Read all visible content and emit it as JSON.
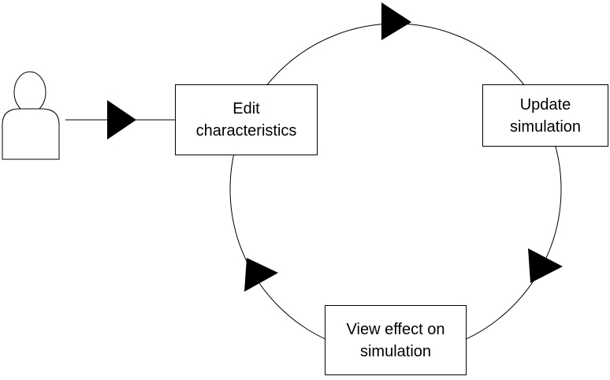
{
  "diagram": {
    "actor_icon": "user-icon",
    "nodes": {
      "edit": {
        "label_line1": "Edit",
        "label_line2": "characteristics"
      },
      "update": {
        "label_line1": "Update",
        "label_line2": "simulation"
      },
      "view": {
        "label_line1": "View effect on",
        "label_line2": "simulation"
      }
    },
    "colors": {
      "stroke": "#000000",
      "fill": "#ffffff"
    }
  }
}
